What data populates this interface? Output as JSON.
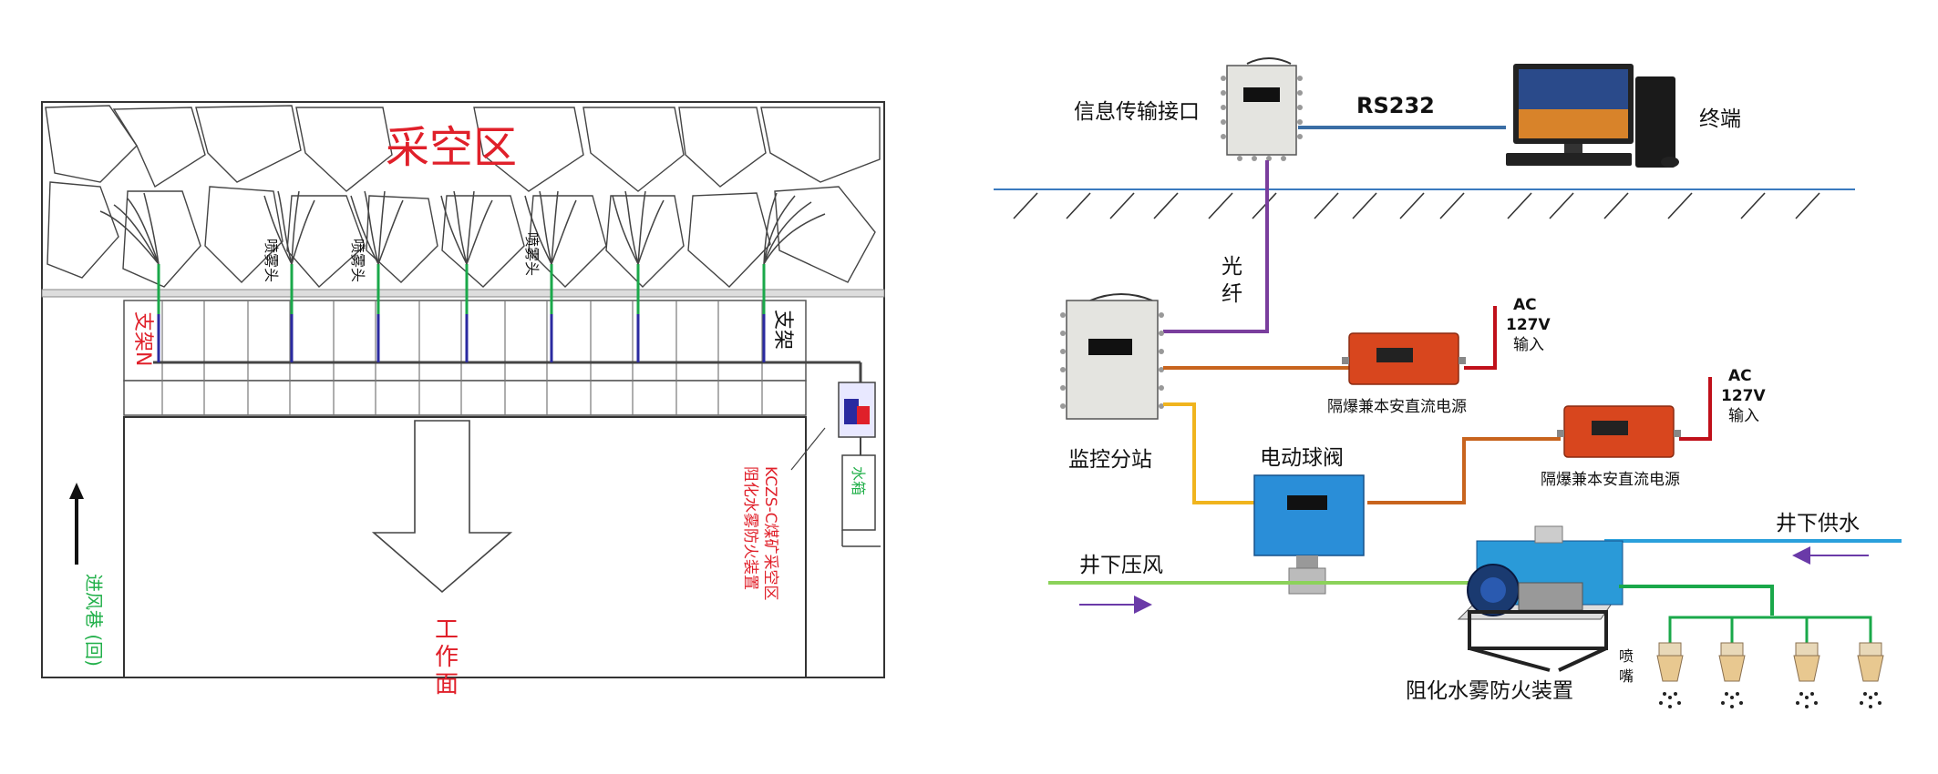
{
  "left_panel": {
    "goaf_title": "采空区",
    "nozzle_label": "喷雾头",
    "support_n_label": "支架N",
    "support_label": "支架",
    "water_tank_label": "水箱",
    "device_label": "KCZS-C煤矿采空区\n阻化水雾防火装置",
    "work_face_label": "工\n作\n面",
    "airflow_label": "进风巷 (回)"
  },
  "right_panel": {
    "info_interface_label": "信息传输接口",
    "rs232_label": "RS232",
    "terminal_label": "终端",
    "fiber_label": "光\n纤",
    "monitor_station_label": "监控分站",
    "power_supply_label_1": "隔爆兼本安直流电源",
    "power_supply_label_2": "隔爆兼本安直流电源",
    "ac_input_1": "AC\n127V\n输入",
    "ac_input_2": "AC\n127V\n输入",
    "valve_label": "电动球阀",
    "air_label": "井下压风",
    "water_label": "井下供水",
    "nozzle_label": "喷\n嘴",
    "device_label": "阻化水雾防火装置"
  },
  "colors": {
    "fiber": "#7a3e9d",
    "rs232_line": "#3a6ea5",
    "power_line": "#c8641e",
    "ac_line": "#c0101a",
    "signal_yellow": "#f0b41e",
    "air_line": "#8cd25a",
    "water_line": "#2aa0dc",
    "spray_green": "#1aa84a",
    "arrow_purple": "#6a3aa8",
    "red_text": "#e0202a",
    "green_text": "#22b04a",
    "ground_line": "#3a7abf",
    "valve_blue": "#2a8ed8",
    "power_box_orange": "#d8461e"
  }
}
